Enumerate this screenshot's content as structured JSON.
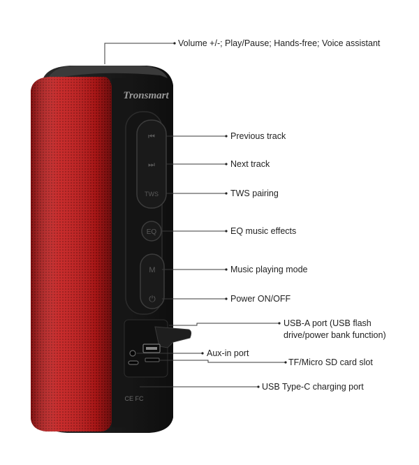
{
  "product": {
    "brand_logo": "Tronsmart",
    "certification_marks": "CE FC"
  },
  "buttons": {
    "prev_symbol": "⏮",
    "next_symbol": "⏭",
    "tws": "TWS",
    "eq": "EQ",
    "mode": "M",
    "power_symbol": "⏻"
  },
  "callouts": {
    "top": "Volume +/-; Play/Pause; Hands-free; Voice assistant",
    "previous_track": "Previous track",
    "next_track": "Next track",
    "tws_pairing": "TWS pairing",
    "eq_effects": "EQ music effects",
    "music_mode": "Music playing mode",
    "power": "Power ON/OFF",
    "usb_a": "USB-A port (USB flash drive/power bank function)",
    "aux_in": "Aux-in port",
    "tf_card": "TF/Micro SD card slot",
    "usb_c": "USB Type-C charging port"
  },
  "colors": {
    "fabric": "#c41a1a",
    "body": "#1c1c1c",
    "line": "#333333"
  }
}
